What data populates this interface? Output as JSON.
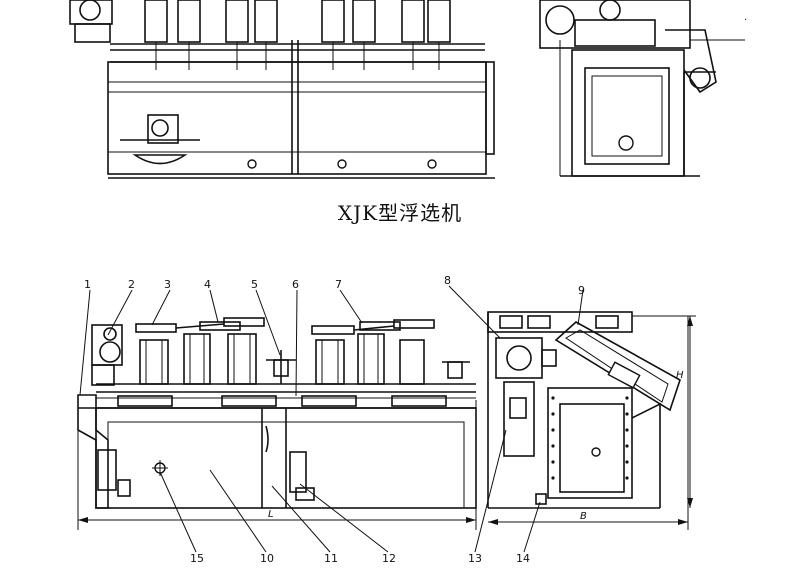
{
  "figure_title": "XJK型浮选机",
  "callouts": [
    "1",
    "2",
    "3",
    "4",
    "5",
    "6",
    "7",
    "8",
    "9",
    "10",
    "11",
    "12",
    "13",
    "14",
    "15"
  ],
  "dimensions": {
    "length": "L",
    "width": "B",
    "height": "H"
  }
}
